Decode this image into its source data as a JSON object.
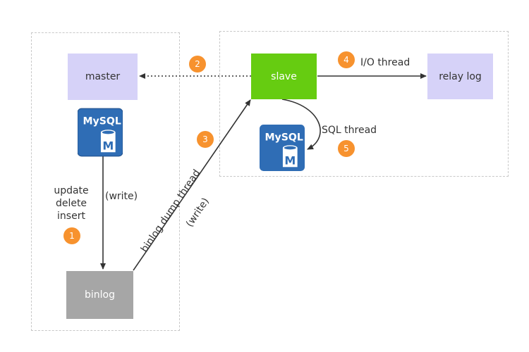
{
  "groups": {
    "master_side": "",
    "slave_side": ""
  },
  "nodes": {
    "master": {
      "label": "master",
      "color": "#d6d2f8"
    },
    "slave": {
      "label": "slave",
      "color": "#66cc11"
    },
    "relay_log": {
      "label": "relay log",
      "color": "#d6d2f8"
    },
    "binlog": {
      "label": "binlog",
      "color": "#a6a6a6"
    }
  },
  "icons": {
    "master_db": {
      "name": "mysql-icon",
      "brand": "MySQL",
      "badge": "M"
    },
    "slave_db": {
      "name": "mysql-icon",
      "brand": "MySQL",
      "badge": "M"
    }
  },
  "labels": {
    "update": "update",
    "delete": "delete",
    "insert": "insert",
    "write_master": "(write)",
    "binlog_dump": "binlog dump thread",
    "write_slave": "(write)",
    "io_thread": "I/O thread",
    "sql_thread": "SQL thread"
  },
  "badges": {
    "step1": "1",
    "step2": "2",
    "step3": "3",
    "step4": "4",
    "step5": "5"
  },
  "colors": {
    "badge": "#f7922e",
    "mysql_blue": "#2f6db5",
    "arrow": "#333333"
  }
}
